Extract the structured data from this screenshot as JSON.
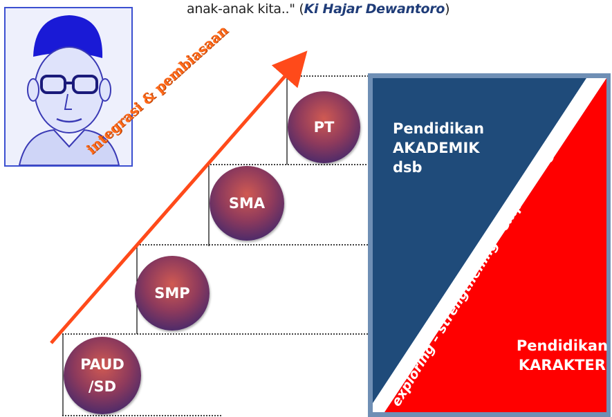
{
  "quote": {
    "text": "anak-anak kita..\" (",
    "author": "Ki Hajar Dewantoro",
    "close": ")"
  },
  "portrait": {
    "icon": "portrait-photo-icon"
  },
  "arrow": {
    "label": "integrasi & pembiasaan",
    "color": "#ff4a1a"
  },
  "levels": [
    {
      "label": "PAUD\n/SD"
    },
    {
      "label": "SMP"
    },
    {
      "label": "SMA"
    },
    {
      "label": "PT"
    }
  ],
  "panel": {
    "akademik_label": "Pendidikan\nAKADEMIK\ndsb",
    "karakter_label": "Pendidikan\nKARAKTER",
    "diagonal_label": "exploring – strengthening - empowering",
    "akademik_color": "#1f4b7a",
    "karakter_color": "#ff0000",
    "border_color": "#6f8fb5"
  },
  "ball_color": "#6b2f62"
}
